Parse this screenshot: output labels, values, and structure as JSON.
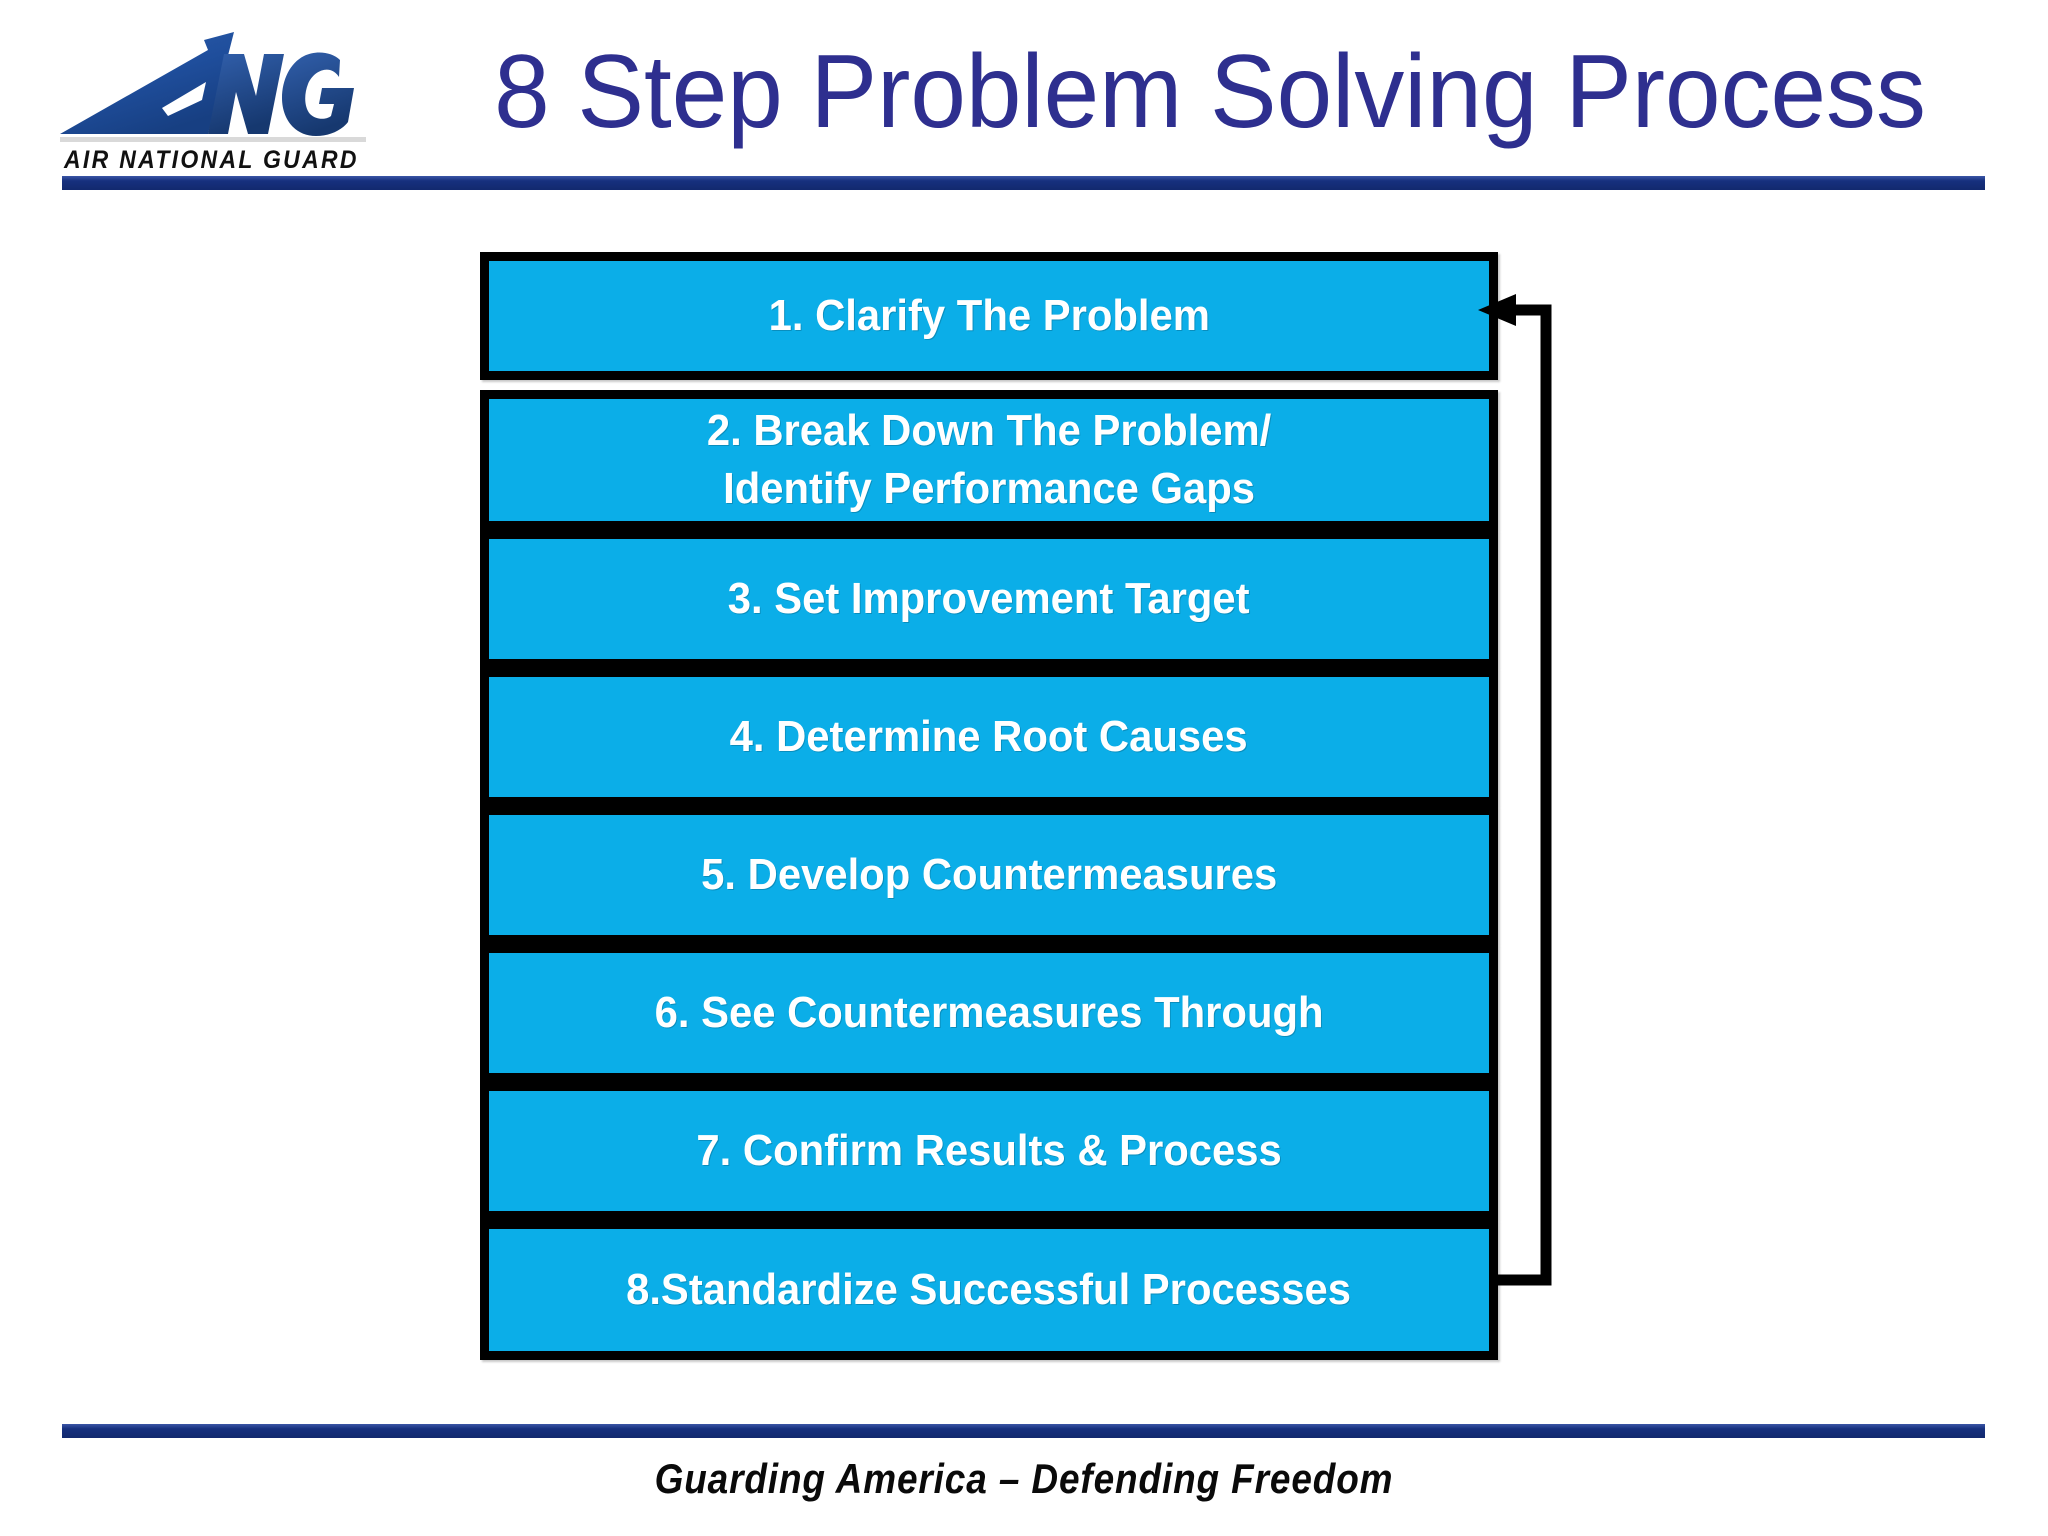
{
  "slide": {
    "title": "8 Step Problem Solving Process",
    "background_color": "#FFFFFF",
    "title_color": "#2E2F8F",
    "rule_color": "#16307E"
  },
  "logo": {
    "name": "ang-logo",
    "wordmark": "AIR NATIONAL GUARD",
    "monogram": "ANG",
    "color": "#1F4E9C"
  },
  "diagram": {
    "type": "vertical-flow-with-feedback-loop",
    "box_fill": "#0BAEE8",
    "box_border": "#000000",
    "box_text_color": "#FFFFFF",
    "loop_note": "8.Standardize Successful Processes -> 1. Clarify The Problem",
    "steps": [
      {
        "number": "1",
        "label": "1. Clarify The Problem"
      },
      {
        "number": "2",
        "label": "2. Break Down The Problem/\nIdentify Performance Gaps"
      },
      {
        "number": "3",
        "label": "3. Set Improvement Target"
      },
      {
        "number": "4",
        "label": "4. Determine Root Causes"
      },
      {
        "number": "5",
        "label": "5. Develop Countermeasures"
      },
      {
        "number": "6",
        "label": "6. See Countermeasures Through"
      },
      {
        "number": "7",
        "label": "7. Confirm Results & Process"
      },
      {
        "number": "8",
        "label": "8.Standardize Successful Processes"
      }
    ]
  },
  "footer": {
    "tagline": "Guarding America – Defending Freedom"
  }
}
